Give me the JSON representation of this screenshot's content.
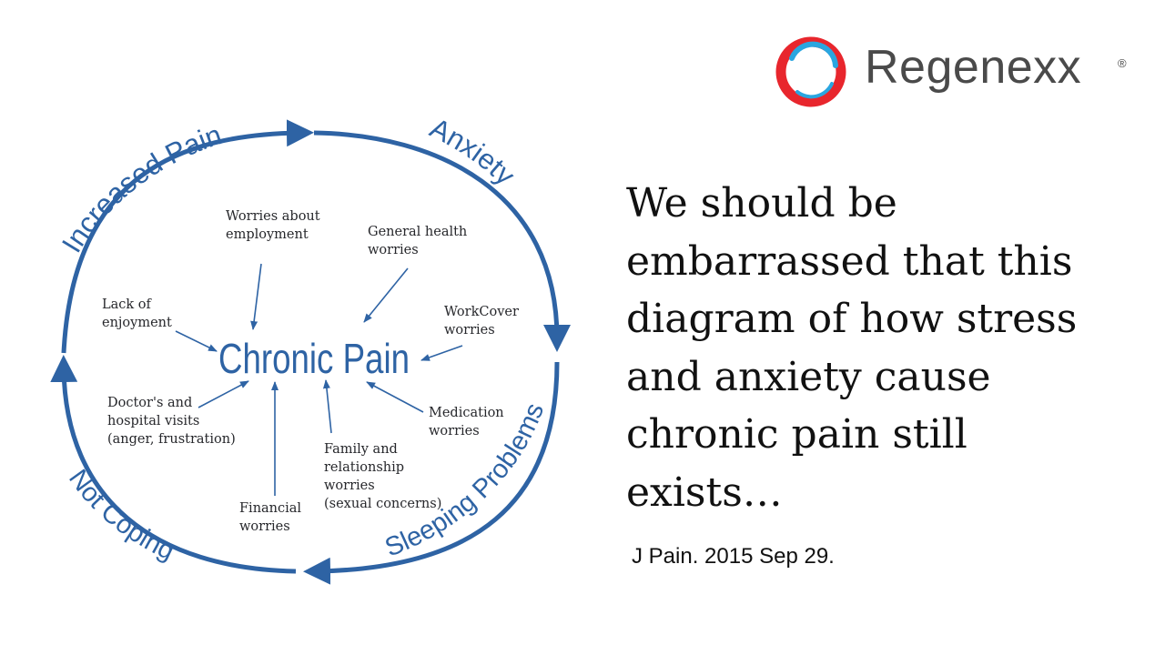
{
  "brand": {
    "name": "Regenexx",
    "registered_mark": "®",
    "colors": {
      "red": "#e8262d",
      "blue": "#2aa6e0",
      "text": "#4a4a4a"
    }
  },
  "diagram": {
    "colors": {
      "primary": "#2e63a4",
      "text": "#26272b"
    },
    "cycle_labels": {
      "top_left": "Increased Pain",
      "top_right": "Anxiety",
      "bottom_right": "Sleeping Problems",
      "bottom_left": "Not Coping"
    },
    "center": "Chronic Pain",
    "factors": {
      "employment": [
        "Worries about",
        "employment"
      ],
      "general_health": [
        "General health",
        "worries"
      ],
      "lack_of_enjoyment": [
        "Lack of",
        "enjoyment"
      ],
      "workcover": [
        "WorkCover",
        "worries"
      ],
      "doctor": [
        "Doctor's and",
        "hospital visits",
        "(anger, frustration)"
      ],
      "medication": [
        "Medication",
        "worries"
      ],
      "family": [
        "Family and",
        "relationship",
        "worries",
        "(sexual concerns)"
      ],
      "financial": [
        "Financial",
        "worries"
      ]
    }
  },
  "quote": {
    "lines": [
      "We should be",
      "embarrassed that this",
      "diagram of how stress",
      "and anxiety cause",
      "chronic pain still",
      "exists…"
    ]
  },
  "citation": "J Pain. 2015 Sep 29."
}
